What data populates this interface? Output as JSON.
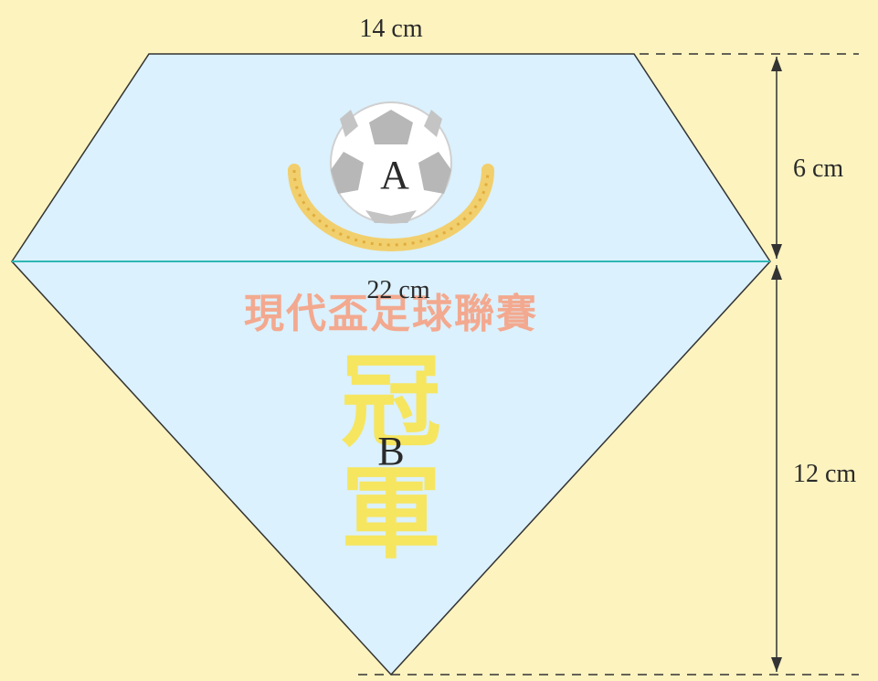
{
  "colors": {
    "background": "#fdf3bf",
    "pennant_fill": "#dbf1fd",
    "outline": "#333333",
    "divider": "#2fb6b4",
    "banner_text": "#f3a98f",
    "champion_text": "#f6e55f",
    "laurel": "#f2cf6d"
  },
  "labels": {
    "top_width": "14 cm",
    "upper_height": "6 cm",
    "middle_width": "22 cm",
    "lower_height": "12 cm",
    "region_a": "A",
    "region_b": "B"
  },
  "decoration": {
    "banner": "現代盃足球聯賽",
    "champion_1": "冠",
    "champion_2": "軍",
    "emblem_icon": "soccer-ball-icon"
  }
}
